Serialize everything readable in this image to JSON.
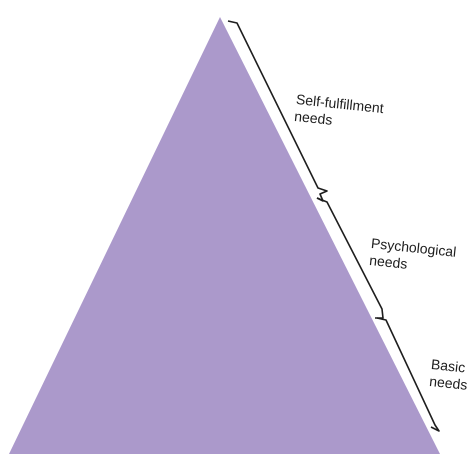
{
  "diagram": {
    "colors": {
      "pyramid_fill": "#ab99cb",
      "bracket_stroke": "#1e1e1e",
      "label_text": "#1e1e1e"
    },
    "tiers": [
      {
        "line1": "Self-fulfillment",
        "line2": "needs"
      },
      {
        "line1": "Psychological",
        "line2": "needs"
      },
      {
        "line1": "Basic",
        "line2": "needs"
      }
    ]
  }
}
